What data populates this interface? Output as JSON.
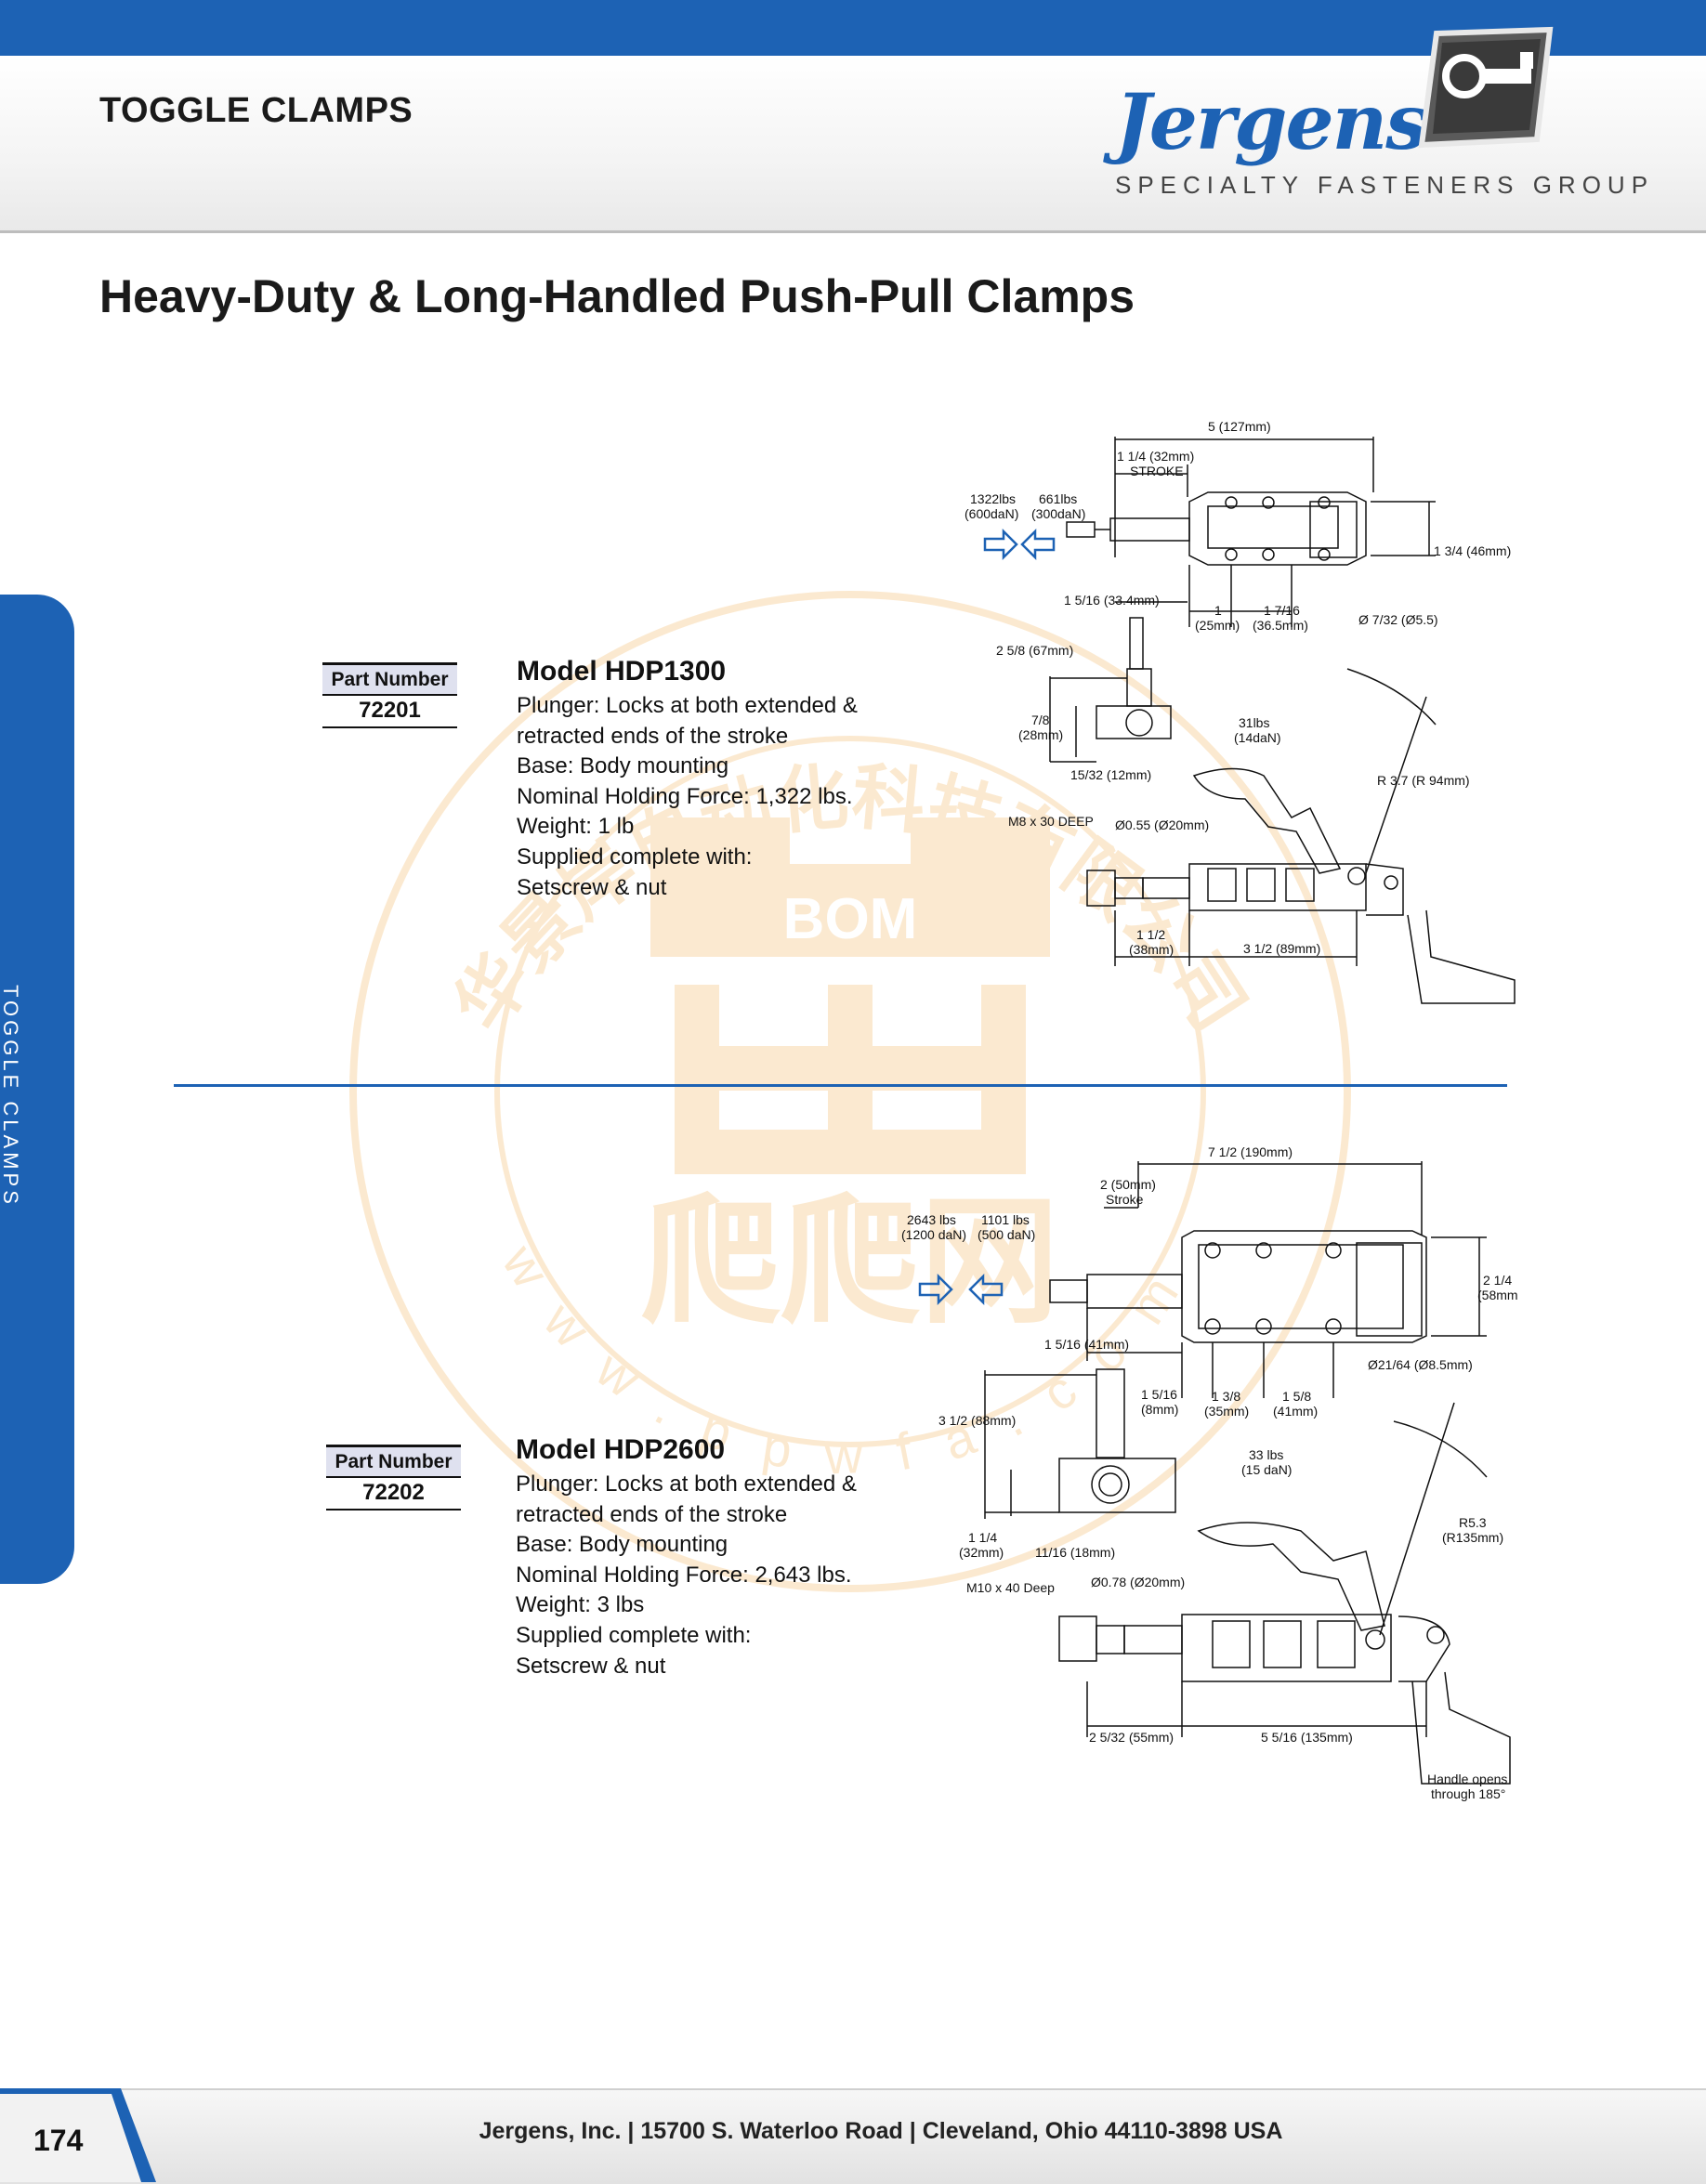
{
  "header": {
    "section_title": "TOGGLE CLAMPS",
    "logo_text": "Jergens",
    "logo_tagline": "SPECIALTY FASTENERS GROUP"
  },
  "page_title": "Heavy-Duty & Long-Handled Push-Pull Clamps",
  "side_tab": "TOGGLE CLAMPS",
  "products": [
    {
      "part_number_label": "Part Number",
      "part_number": "72201",
      "model": "Model HDP1300",
      "lines": [
        "Plunger: Locks at both extended &",
        "retracted ends of the stroke",
        "Base: Body mounting",
        "Nominal Holding Force: 1,322 lbs.",
        "Weight: 1 lb",
        "Supplied complete with:",
        "Setscrew & nut"
      ],
      "dims": {
        "overall": "5 (127mm)",
        "stroke_a": "1 1/4 (32mm)",
        "stroke_b": "STROKE",
        "force_push_a": "1322lbs",
        "force_push_b": "(600daN)",
        "force_pull_a": "661lbs",
        "force_pull_b": "(300daN)",
        "height": "1 3/4 (46mm)",
        "plunger_len": "1 5/16 (33.4mm)",
        "hole_a1": "1",
        "hole_a2": "(25mm)",
        "hole_b1": "1 7/16",
        "hole_b2": "(36.5mm)",
        "hole_dia": "Ø 7/32 (Ø5.5)",
        "end_height": "2 5/8 (67mm)",
        "end_w1": "7/8",
        "end_w2": "(28mm)",
        "end_d": "15/32 (12mm)",
        "handle_f1": "31lbs",
        "handle_f2": "(14daN)",
        "radius": "R 3.7 (R 94mm)",
        "thread": "M8 x 30 DEEP",
        "rod_dia": "Ø0.55 (Ø20mm)",
        "base_a1": "1 1/2",
        "base_a2": "(38mm)",
        "base_b": "3 1/2 (89mm)"
      }
    },
    {
      "part_number_label": "Part Number",
      "part_number": "72202",
      "model": "Model HDP2600",
      "lines": [
        "Plunger: Locks at both extended &",
        "retracted ends of the stroke",
        "Base: Body mounting",
        "Nominal Holding Force: 2,643 lbs.",
        "Weight: 3 lbs",
        "Supplied complete with:",
        "Setscrew & nut"
      ],
      "dims": {
        "overall": "7 1/2 (190mm)",
        "stroke_a": "2 (50mm)",
        "stroke_b": "Stroke",
        "force_push_a": "2643 lbs",
        "force_push_b": "(1200 daN)",
        "force_pull_a": "1101 lbs",
        "force_pull_b": "(500 daN)",
        "height_a": "2 1/4",
        "height_b": "(58mm",
        "plunger_len": "1 5/16 (41mm)",
        "hole_dia": "Ø21/64 (Ø8.5mm)",
        "hole_a1": "1 5/16",
        "hole_a2": "(8mm)",
        "hole_b1": "1 3/8",
        "hole_b2": "(35mm)",
        "hole_c1": "1 5/8",
        "hole_c2": "(41mm)",
        "end_height": "3 1/2 (88mm)",
        "handle_f1": "33 lbs",
        "handle_f2": "(15 daN)",
        "radius_a": "R5.3",
        "radius_b": "(R135mm)",
        "end_w1": "1 1/4",
        "end_w2": "(32mm)",
        "end_d": "11/16 (18mm)",
        "thread": "M10 x 40 Deep",
        "rod_dia": "Ø0.78 (Ø20mm)",
        "base_a": "2 5/32 (55mm)",
        "base_b": "5 5/16 (135mm)",
        "handle_note_a": "Handle opens",
        "handle_note_b": "through 185°"
      }
    }
  ],
  "footer": {
    "page_number": "174",
    "address": "Jergens, Inc.  |  15700 S. Waterloo Road  |  Cleveland, Ohio 44110-3898 USA"
  },
  "colors": {
    "brand_blue": "#1d62b4",
    "watermark_orange": "#f0a53a"
  },
  "watermark": {
    "circle_text": "华景岸自动化科技有限公司",
    "center_text": "BOM",
    "main_text": "爬爬网",
    "url_text": "www.ppwfa.com"
  }
}
